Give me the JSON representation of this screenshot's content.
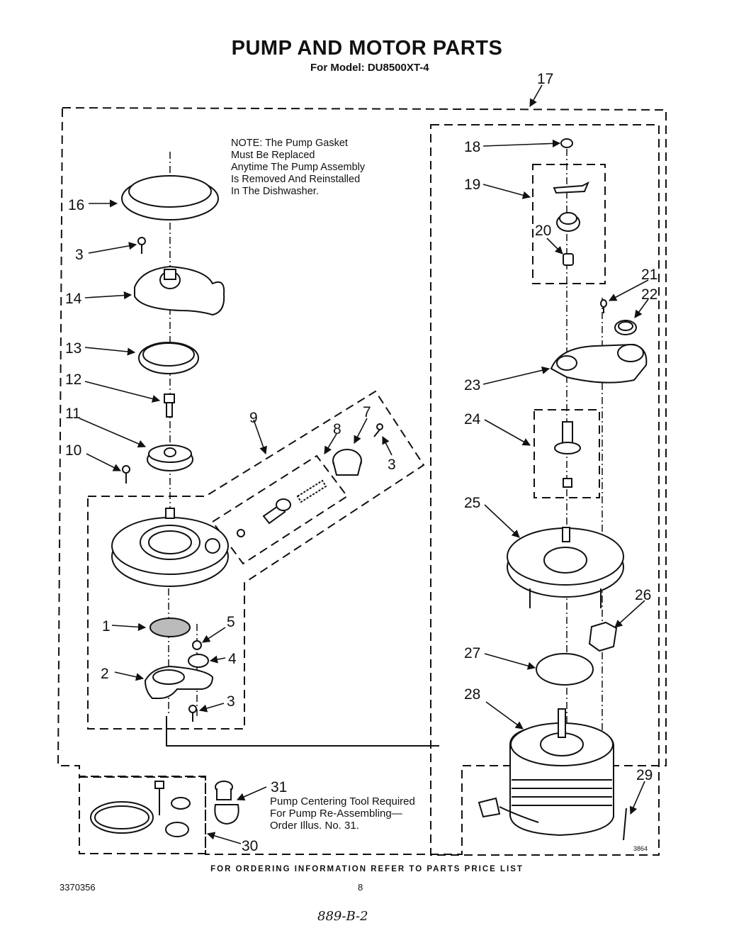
{
  "header": {
    "title": "PUMP AND MOTOR PARTS",
    "subtitle": "For Model: DU8500XT-4"
  },
  "note": "NOTE: The Pump Gasket\nMust Be Replaced\nAnytime The Pump Assembly\nIs Removed And Reinstalled\nIn The Dishwasher.",
  "tool_note": "Pump Centering Tool Required\nFor Pump Re-Assembling—\nOrder Illus. No. 31.",
  "footer": {
    "ordering": "FOR ORDERING INFORMATION REFER TO PARTS PRICE LIST",
    "doc_number": "3370356",
    "page": "8",
    "handwritten": "889-B-2",
    "drawing_code": "3864"
  },
  "callouts": {
    "c1": "1",
    "c2": "2",
    "c3a": "3",
    "c3b": "3",
    "c3c": "3",
    "c4": "4",
    "c5": "5",
    "c7": "7",
    "c8": "8",
    "c9": "9",
    "c10": "10",
    "c11": "11",
    "c12": "12",
    "c13": "13",
    "c14": "14",
    "c16": "16",
    "c17": "17",
    "c18": "18",
    "c19": "19",
    "c20": "20",
    "c21": "21",
    "c22": "22",
    "c23": "23",
    "c24": "24",
    "c25": "25",
    "c26": "26",
    "c27": "27",
    "c28": "28",
    "c29": "29",
    "c30": "30",
    "c31": "31"
  }
}
